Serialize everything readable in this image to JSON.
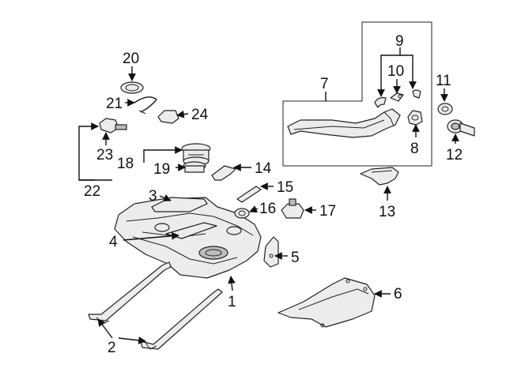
{
  "diagram": {
    "callouts": {
      "c1": "1",
      "c2": "2",
      "c3": "3",
      "c4": "4",
      "c5": "5",
      "c6": "6",
      "c7": "7",
      "c8": "8",
      "c9": "9",
      "c10": "10",
      "c11": "11",
      "c12": "12",
      "c13": "13",
      "c14": "14",
      "c15": "15",
      "c16": "16",
      "c17": "17",
      "c18": "18",
      "c19": "19",
      "c20": "20",
      "c21": "21",
      "c22": "22",
      "c23": "23",
      "c24": "24"
    }
  }
}
